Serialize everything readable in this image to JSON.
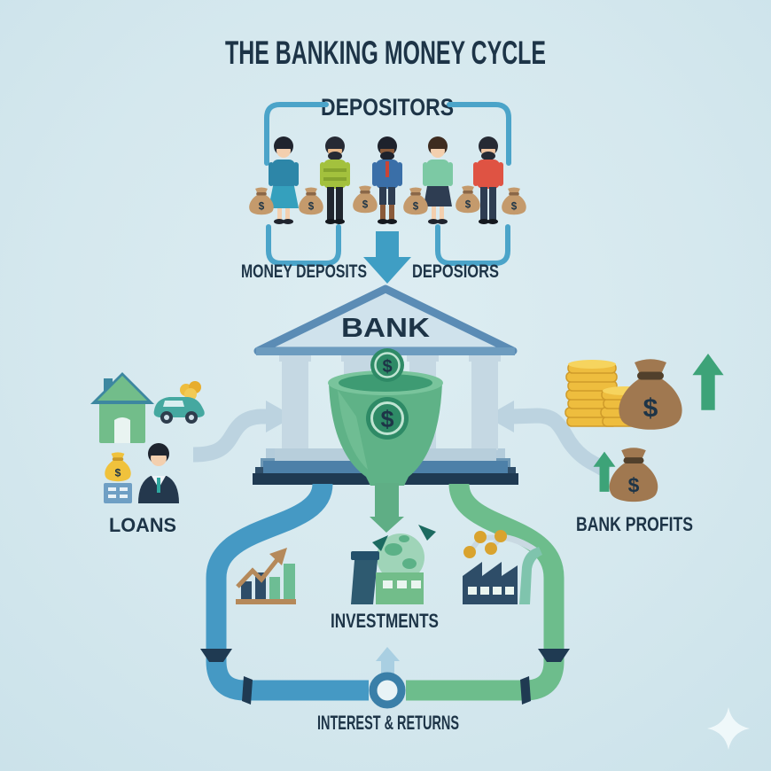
{
  "title": "THE BANKING MONEY CYCLE",
  "depositors": {
    "label": "DEPOSITORS",
    "people_count": "5"
  },
  "deposit_flow": {
    "left_label": "MONEY DEPOSITS",
    "right_label": "DEPOSIORS"
  },
  "bank": {
    "label": "BANK"
  },
  "left_branch": {
    "label": "LOANS"
  },
  "right_branch": {
    "label": "BANK PROFITS"
  },
  "bottom_branch": {
    "label": "INVESTMENTS"
  },
  "cycle": {
    "label": "INTEREST & RETURNS"
  },
  "icons": {
    "dollar": "$"
  },
  "colors": {
    "background": "#d8e9ef",
    "text_navy": "#1d3447",
    "bracket_blue": "#4ba4c9",
    "arrow_blue": "#3f9ec4",
    "loop_blue": "#4599c4",
    "loop_green": "#6dbd8c",
    "bowl_green": "#5fb287",
    "coin_green": "#2e8a66",
    "coin_gold": "#eebd3e",
    "bag_tan": "#c49a6c",
    "bag_brown": "#a07850",
    "bag_gold": "#f0c23c",
    "profit_arrow_green": "#3da378",
    "grey_arrow": "#bcd3e0",
    "base_navy": "#1f3a52"
  }
}
